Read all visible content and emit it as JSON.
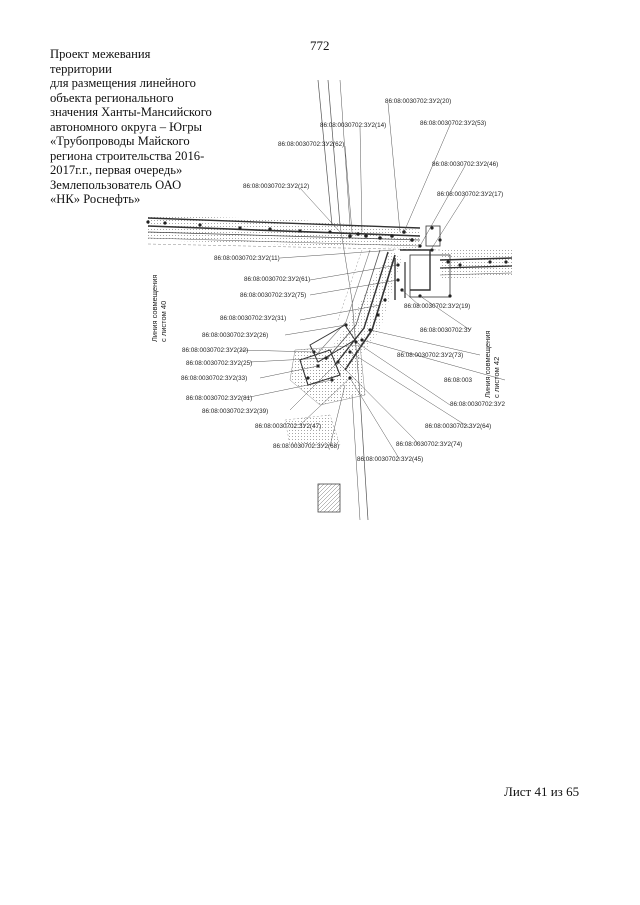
{
  "page_number": "772",
  "title_lines": [
    "Проект межевания",
    "территории",
    "для размещения линейного",
    "объекта регионального",
    "значения Ханты-Мансийского",
    "автономного округа – Югры",
    "«Трубопроводы Майского",
    "региона строительства 2016-",
    "2017г.г., первая очередь»",
    "Землепользователь ОАО",
    "«НК» Роснефть»"
  ],
  "sheet_footer": "Лист 41 из 65",
  "side_left": [
    "Линия совмещения",
    "с листом 40"
  ],
  "side_right": [
    "Линия совмещения",
    "с листом 42"
  ],
  "parcel_labels": [
    "86:08:0030702:ЗУ2(20)",
    "86:08:0030702:ЗУ2(14)",
    "86:08:0030702:ЗУ2(53)",
    "86:08:0030702:ЗУ2(62)",
    "86:08:0030702:ЗУ2(46)",
    "86:08:0030702:ЗУ2(12)",
    "86:08:0030702:ЗУ2(17)",
    "86:08:0030702:ЗУ2(11)",
    "86:08:0030702:ЗУ2(61)",
    "86:08:0030702:ЗУ2(75)",
    "86:08:0030702:ЗУ2(19)",
    "86:08:0030702:ЗУ2(31)",
    "86:08:0030702:ЗУ",
    "86:08:0030702:ЗУ2(26)",
    "86:08:0030702:ЗУ2(22)",
    "86:08:0030702:ЗУ2(73)",
    "86:08:0030702:ЗУ2(25)",
    "86:08:0030702:ЗУ2(33)",
    "86:08:003",
    "86:08:0030702:ЗУ2(81)",
    "86:08:0030702:ЗУ2(39)",
    "86:08:0030702:ЗУ2",
    "86:08:0030702:ЗУ2(47)",
    "86:08:0030702:ЗУ2(64)",
    "86:08:0030702:ЗУ2(68)",
    "86:08:0030702:ЗУ2(74)",
    "86:08:0030702:ЗУ2(45)"
  ]
}
